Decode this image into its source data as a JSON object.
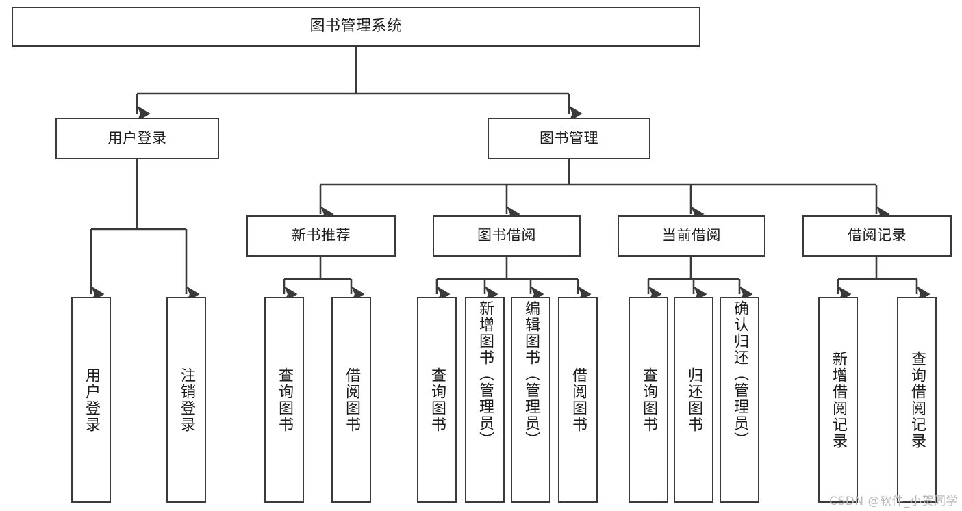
{
  "diagram": {
    "title": "图书管理系统",
    "type": "tree",
    "colors": {
      "stroke": "#3a3a3a",
      "fill": "#ffffff",
      "text": "#1c1c1c",
      "watermark": "#b9b9b9"
    },
    "watermark": "CSDN @软件_小贺同学",
    "nodes": {
      "root": {
        "label": "图书管理系统"
      },
      "level2": [
        {
          "label": "用户登录"
        },
        {
          "label": "图书管理"
        }
      ],
      "level3": [
        {
          "label": "新书推荐"
        },
        {
          "label": "图书借阅"
        },
        {
          "label": "当前借阅"
        },
        {
          "label": "借阅记录"
        }
      ],
      "leaves": {
        "user_login": [
          {
            "label": "用户登录"
          },
          {
            "label": "注销登录"
          }
        ],
        "new_book": [
          {
            "label": "查询图书"
          },
          {
            "label": "借阅图书"
          }
        ],
        "book_borrow": [
          {
            "label": "查询图书"
          },
          {
            "label": "新增图书（管理员）"
          },
          {
            "label": "编辑图书（管理员）"
          },
          {
            "label": "借阅图书"
          }
        ],
        "current_borrow": [
          {
            "label": "查询图书"
          },
          {
            "label": "归还图书"
          },
          {
            "label": "确认归还（管理员）"
          }
        ],
        "borrow_record": [
          {
            "label": "新增借阅记录"
          },
          {
            "label": "查询借阅记录"
          }
        ]
      }
    }
  }
}
